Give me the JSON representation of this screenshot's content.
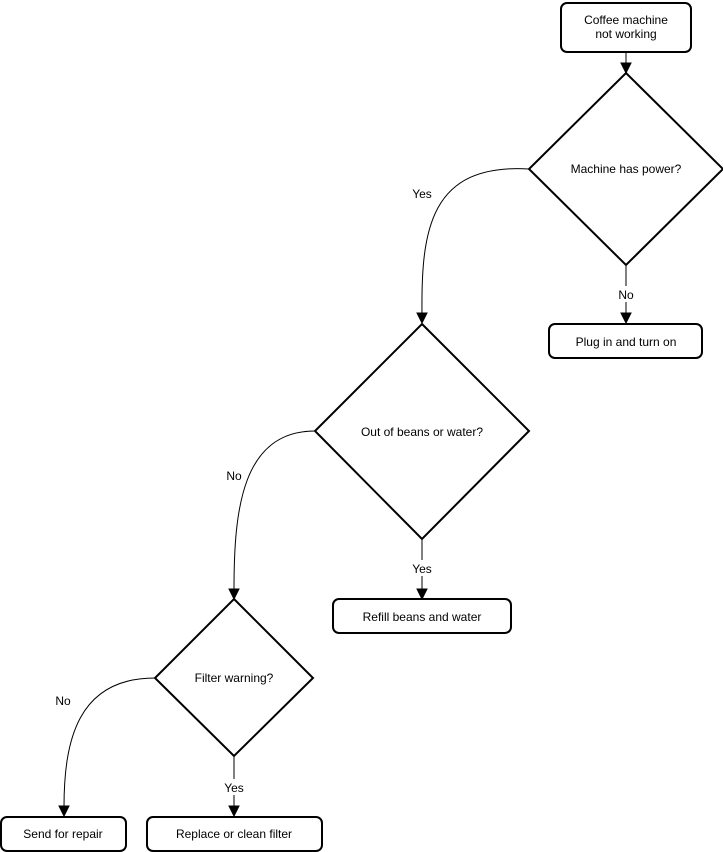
{
  "nodes": {
    "start": [
      "Coffee machine",
      "not working"
    ],
    "power_check": "Machine has power?",
    "plug_in": "Plug in and turn on",
    "beans_check": "Out of beans or water?",
    "refill": "Refill beans and water",
    "filter_check": "Filter warning?",
    "repair": "Send for repair",
    "replace_filter": "Replace or clean filter"
  },
  "edges": {
    "power_yes": "Yes",
    "power_no": "No",
    "beans_no": "No",
    "beans_yes": "Yes",
    "filter_no": "No",
    "filter_yes": "Yes"
  }
}
